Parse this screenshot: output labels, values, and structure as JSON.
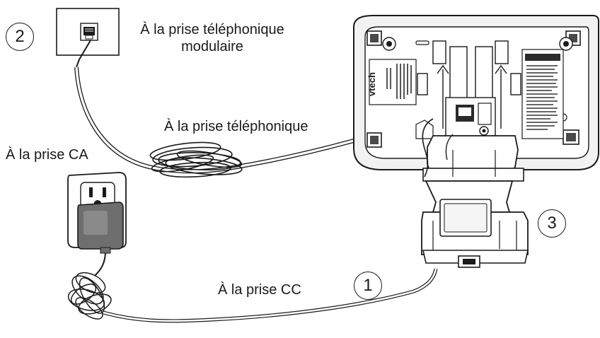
{
  "labels": {
    "modular_jack_line1": "À la prise téléphonique",
    "modular_jack_line2": "modulaire",
    "phone_jack": "À la prise téléphonique",
    "ac_outlet": "À la prise CA",
    "dc_jack": "À la prise CC"
  },
  "steps": {
    "one": "1",
    "two": "2",
    "three": "3"
  },
  "brand": "vtech",
  "colors": {
    "line": "#1a1a1a",
    "adapter_dark": "#6e6e6e",
    "adapter_face": "#8a8a8a",
    "base_fill": "#f2f2f2"
  }
}
